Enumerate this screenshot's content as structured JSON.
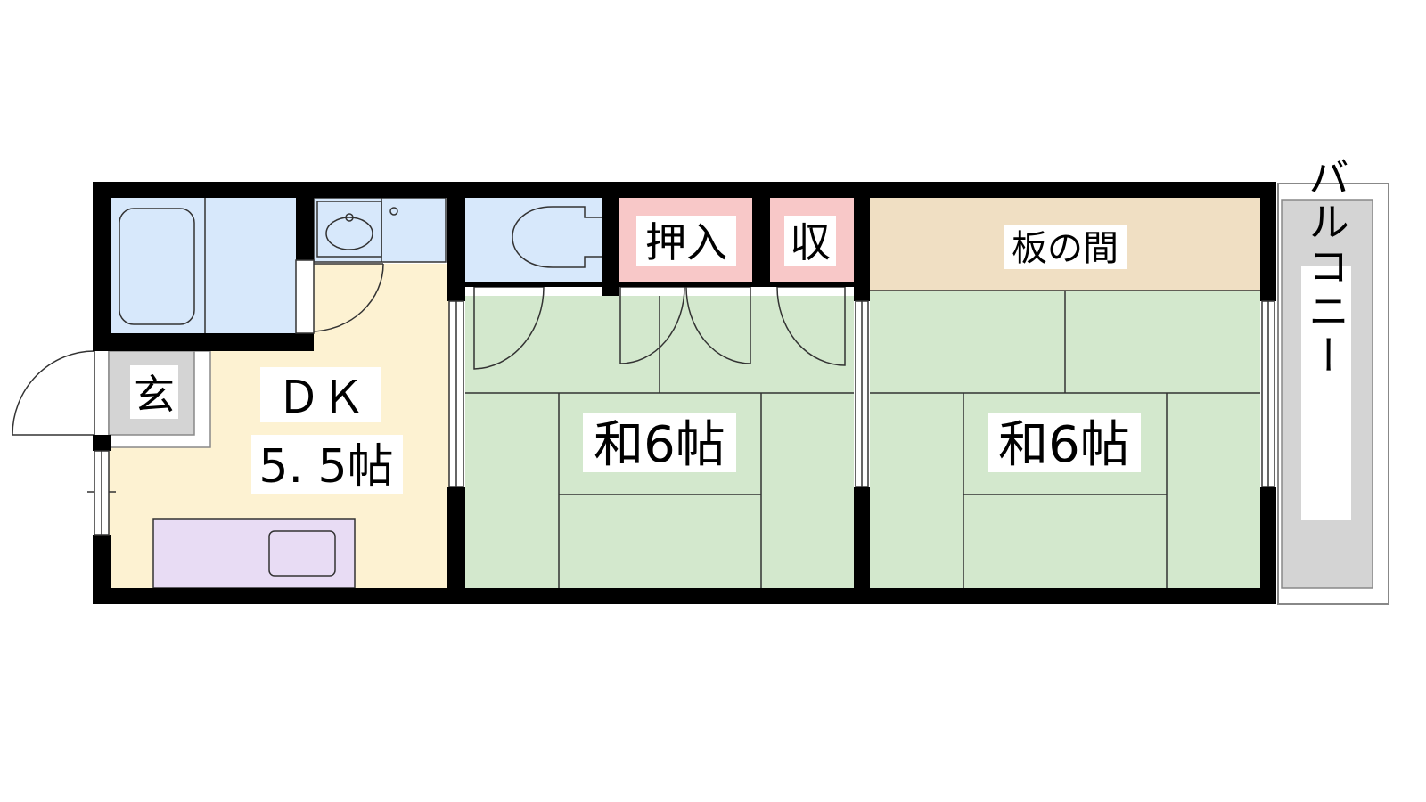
{
  "floor_plan": {
    "rooms": {
      "entrance": {
        "label": "玄"
      },
      "dk": {
        "label_line1": "ＤＫ",
        "label_line2": "5. 5帖"
      },
      "closet_oshiire": {
        "label": "押入"
      },
      "closet_shuno": {
        "label": "収"
      },
      "wooden_floor": {
        "label": "板の間"
      },
      "washitsu_1": {
        "label": "和6帖"
      },
      "washitsu_2": {
        "label": "和6帖"
      },
      "balcony": {
        "label": "バルコニー"
      }
    },
    "colors": {
      "wall": "#000000",
      "wet_area": "#d7e8fb",
      "dk_floor": "#fdf2d2",
      "tatami": "#d3e8cd",
      "closet": "#f8c8c8",
      "wooden_floor": "#f0dfc3",
      "kitchen_counter": "#e8dcf4",
      "balcony": "#d4d4d4",
      "genkan": "#d4d4d4"
    }
  }
}
